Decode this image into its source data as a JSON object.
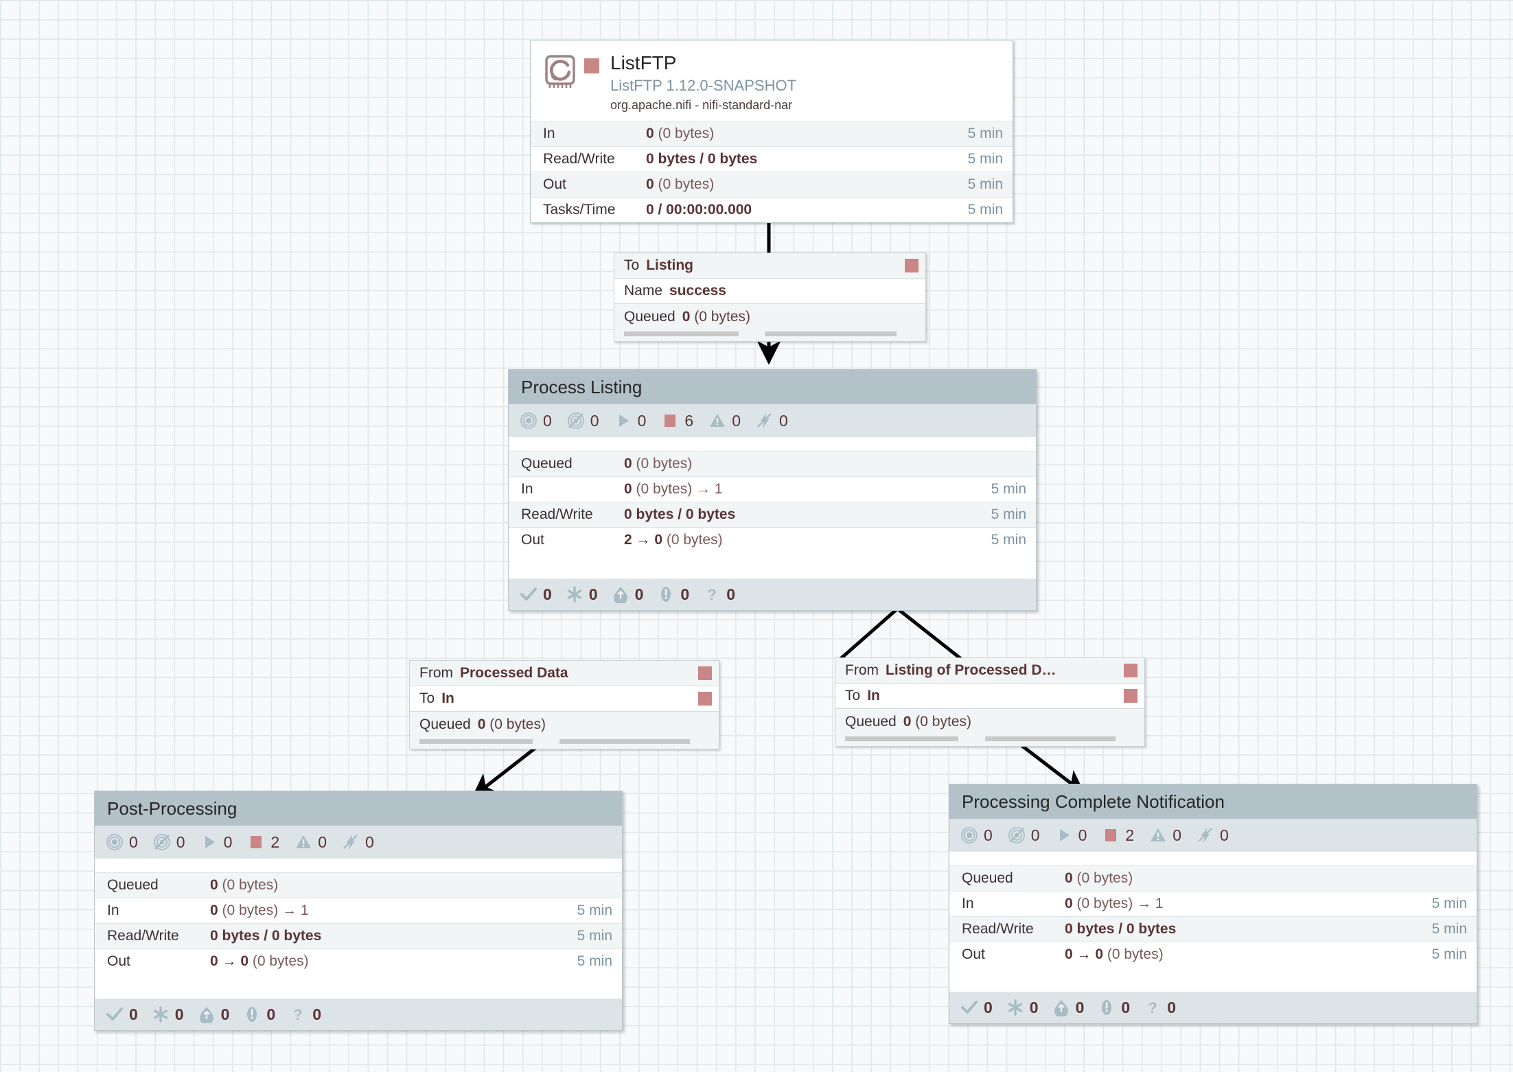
{
  "canvas": {
    "background_color": "#f7f9fa",
    "grid_color": "#dfe7e7",
    "accent_stopped_color": "#ca8586",
    "group_header_color": "#b3c2c8",
    "link_color": "#000000"
  },
  "processor": {
    "name": "ListFTP",
    "type": "ListFTP 1.12.0-SNAPSHOT",
    "bundle": "org.apache.nifi - nifi-standard-nar",
    "run_status_icon": "stopped-square-icon",
    "processor_icon": "processor-refresh-icon",
    "stats": [
      {
        "label": "In",
        "value": "0",
        "detail": " (0 bytes)",
        "time": "5 min",
        "bold_value": true
      },
      {
        "label": "Read/Write",
        "value": "0 bytes / 0 bytes",
        "detail": "",
        "time": "5 min",
        "bold_value": true
      },
      {
        "label": "Out",
        "value": "0",
        "detail": " (0 bytes)",
        "time": "5 min",
        "bold_value": true
      },
      {
        "label": "Tasks/Time",
        "value": "0 / 00:00:00.000",
        "detail": "",
        "time": "5 min",
        "bold_value": true
      }
    ]
  },
  "connections": [
    {
      "id": "listftp-to-listing",
      "rows": [
        {
          "key": "To",
          "value": "Listing",
          "has_square": true
        },
        {
          "key": "Name",
          "value": "success",
          "has_square": false
        }
      ],
      "queued_key": "Queued",
      "queued_value": "0",
      "queued_detail": " (0 bytes)"
    },
    {
      "id": "processed-data-to-in",
      "rows": [
        {
          "key": "From",
          "value": "Processed Data",
          "has_square": true
        },
        {
          "key": "To",
          "value": "In",
          "has_square": true
        }
      ],
      "queued_key": "Queued",
      "queued_value": "0",
      "queued_detail": " (0 bytes)"
    },
    {
      "id": "listing-of-processed-to-in",
      "rows": [
        {
          "key": "From",
          "value": "Listing of Processed D…",
          "has_square": true
        },
        {
          "key": "To",
          "value": "In",
          "has_square": true
        }
      ],
      "queued_key": "Queued",
      "queued_value": "0",
      "queued_detail": " (0 bytes)"
    }
  ],
  "process_groups": [
    {
      "id": "process-listing",
      "title": "Process Listing",
      "counts": [
        {
          "icon": "transmitting-icon",
          "value": "0"
        },
        {
          "icon": "not-transmitting-icon",
          "value": "0"
        },
        {
          "icon": "running-icon",
          "value": "0"
        },
        {
          "icon": "stopped-icon",
          "value": "6"
        },
        {
          "icon": "invalid-warning-icon",
          "value": "0"
        },
        {
          "icon": "disabled-icon",
          "value": "0"
        }
      ],
      "stats": [
        {
          "label": "Queued",
          "value": "0",
          "detail": " (0 bytes)",
          "time": ""
        },
        {
          "label": "In",
          "value": "0",
          "detail": " (0 bytes) → 1",
          "time": "5 min"
        },
        {
          "label": "Read/Write",
          "value": "0 bytes / 0 bytes",
          "detail": "",
          "time": "5 min"
        },
        {
          "label": "Out",
          "value": "2 → 0",
          "detail": " (0 bytes)",
          "time": "5 min"
        }
      ],
      "footer": [
        {
          "icon": "check-icon",
          "value": "0"
        },
        {
          "icon": "asterisk-icon",
          "value": "0"
        },
        {
          "icon": "up-arrow-circle-icon",
          "value": "0"
        },
        {
          "icon": "exclamation-circle-icon",
          "value": "0"
        },
        {
          "icon": "question-icon",
          "value": "0"
        }
      ]
    },
    {
      "id": "post-processing",
      "title": "Post-Processing",
      "counts": [
        {
          "icon": "transmitting-icon",
          "value": "0"
        },
        {
          "icon": "not-transmitting-icon",
          "value": "0"
        },
        {
          "icon": "running-icon",
          "value": "0"
        },
        {
          "icon": "stopped-icon",
          "value": "2"
        },
        {
          "icon": "invalid-warning-icon",
          "value": "0"
        },
        {
          "icon": "disabled-icon",
          "value": "0"
        }
      ],
      "stats": [
        {
          "label": "Queued",
          "value": "0",
          "detail": " (0 bytes)",
          "time": ""
        },
        {
          "label": "In",
          "value": "0",
          "detail": " (0 bytes) → 1",
          "time": "5 min"
        },
        {
          "label": "Read/Write",
          "value": "0 bytes / 0 bytes",
          "detail": "",
          "time": "5 min"
        },
        {
          "label": "Out",
          "value": "0 → 0",
          "detail": " (0 bytes)",
          "time": "5 min"
        }
      ],
      "footer": [
        {
          "icon": "check-icon",
          "value": "0"
        },
        {
          "icon": "asterisk-icon",
          "value": "0"
        },
        {
          "icon": "up-arrow-circle-icon",
          "value": "0"
        },
        {
          "icon": "exclamation-circle-icon",
          "value": "0"
        },
        {
          "icon": "question-icon",
          "value": "0"
        }
      ]
    },
    {
      "id": "processing-complete-notification",
      "title": "Processing Complete Notification",
      "counts": [
        {
          "icon": "transmitting-icon",
          "value": "0"
        },
        {
          "icon": "not-transmitting-icon",
          "value": "0"
        },
        {
          "icon": "running-icon",
          "value": "0"
        },
        {
          "icon": "stopped-icon",
          "value": "2"
        },
        {
          "icon": "invalid-warning-icon",
          "value": "0"
        },
        {
          "icon": "disabled-icon",
          "value": "0"
        }
      ],
      "stats": [
        {
          "label": "Queued",
          "value": "0",
          "detail": " (0 bytes)",
          "time": ""
        },
        {
          "label": "In",
          "value": "0",
          "detail": " (0 bytes) → 1",
          "time": "5 min"
        },
        {
          "label": "Read/Write",
          "value": "0 bytes / 0 bytes",
          "detail": "",
          "time": "5 min"
        },
        {
          "label": "Out",
          "value": "0 → 0",
          "detail": " (0 bytes)",
          "time": "5 min"
        }
      ],
      "footer": [
        {
          "icon": "check-icon",
          "value": "0"
        },
        {
          "icon": "asterisk-icon",
          "value": "0"
        },
        {
          "icon": "up-arrow-circle-icon",
          "value": "0"
        },
        {
          "icon": "exclamation-circle-icon",
          "value": "0"
        },
        {
          "icon": "question-icon",
          "value": "0"
        }
      ]
    }
  ]
}
